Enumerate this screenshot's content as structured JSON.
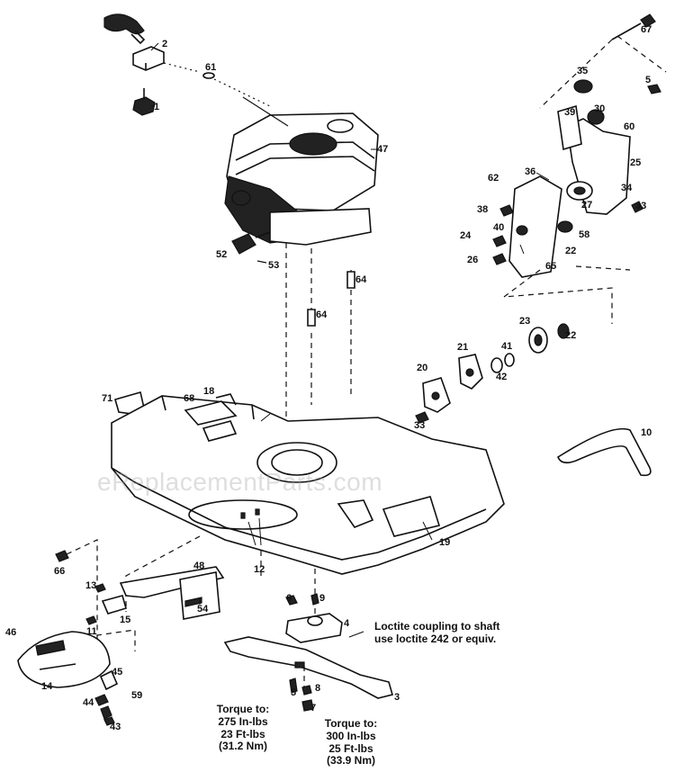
{
  "watermark": "eReplacementParts.com",
  "callouts": {
    "c1": "1",
    "c2": "2",
    "c3": "3",
    "c4": "4",
    "c5": "5",
    "c5b": "5",
    "c6": "6",
    "c7": "7",
    "c8": "8",
    "c9": "9",
    "c10": "10",
    "c11": "11",
    "c12": "12",
    "c13": "13",
    "c14": "14",
    "c15": "15",
    "c18": "18",
    "c19": "19",
    "c20": "20",
    "c21": "21",
    "c22": "22",
    "c22b": "22",
    "c23": "23",
    "c24": "24",
    "c25": "25",
    "c26": "26",
    "c27": "27",
    "c30": "30",
    "c33": "33",
    "c33b": "33",
    "c34": "34",
    "c35": "35",
    "c36": "36",
    "c38": "38",
    "c39": "39",
    "c40": "40",
    "c41": "41",
    "c42": "42",
    "c43": "43",
    "c44": "44",
    "c45": "45",
    "c46": "46",
    "c47": "47",
    "c48": "48",
    "c52": "52",
    "c53": "53",
    "c54": "54",
    "c58": "58",
    "c59": "59",
    "c60": "60",
    "c61": "61",
    "c62": "62",
    "c64": "64",
    "c64b": "64",
    "c65": "65",
    "c66": "66",
    "c67": "67",
    "c68": "68",
    "c71": "71"
  },
  "notes": {
    "loctite_line1": "Loctite coupling to shaft",
    "loctite_line2": "use loctite 242 or equiv.",
    "torque_a": [
      "Torque to:",
      "275 In-lbs",
      "23 Ft-lbs",
      "(31.2 Nm)"
    ],
    "torque_b": [
      "Torque to:",
      "300 In-lbs",
      "25 Ft-lbs",
      "(33.9 Nm)"
    ]
  }
}
